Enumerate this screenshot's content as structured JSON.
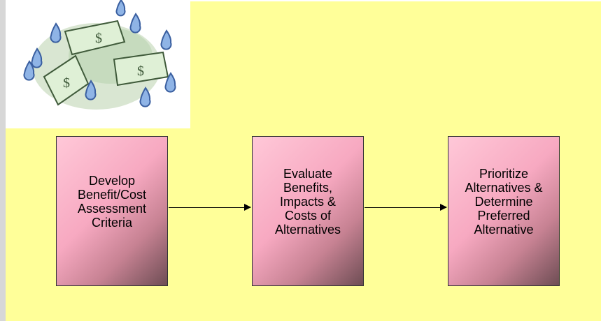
{
  "clipart": {
    "icon": "raining-money-icon"
  },
  "flow": {
    "steps": [
      {
        "label": "Develop\nBenefit/Cost\nAssessment\nCriteria"
      },
      {
        "label": "Evaluate\nBenefits,\nImpacts &\nCosts of\nAlternatives"
      },
      {
        "label": "Prioritize\nAlternatives &\nDetermine\nPreferred\nAlternative"
      }
    ]
  },
  "colors": {
    "background": "#ffff99",
    "box_fill": "#f7a9c1",
    "box_shadow": "#6e4d54"
  }
}
